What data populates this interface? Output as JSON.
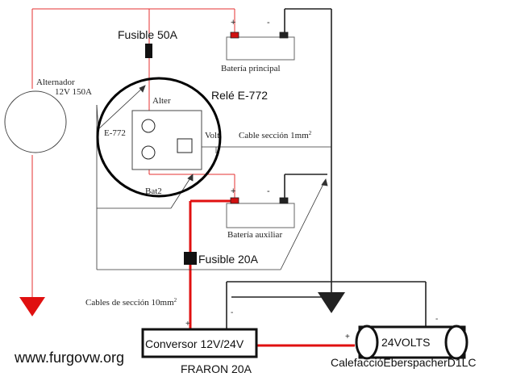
{
  "labels": {
    "fuse_50": "Fusible 50A",
    "alternator": "Alternador",
    "alternator_spec": "12V 150A",
    "main_battery": "Batería principal",
    "relay_title": "Relé E-772",
    "alter": "Alter",
    "relay_model": "E-772",
    "volt": "Volt",
    "bat2": "Bat2",
    "cable_1mm": "Cable sección 1mm",
    "cable_1mm_sup": "2",
    "aux_battery": "Batería auxiliar",
    "fuse_20": "Fusible 20A",
    "cables_10mm": "Cables de sección 10mm",
    "cables_10mm_sup": "2",
    "converter": "Conversor 12V/24V",
    "converter_brand": "FRARON 20A",
    "heater_volts": "24VOLTS",
    "heater_name": "CalefaccióEberspacherD1LC",
    "watermark": "www.furgovw.org",
    "plus": "+",
    "minus": "-"
  },
  "colors": {
    "positive_thin": "#e53030",
    "positive_thick": "#e01010",
    "ground": "#222222",
    "ground_symbol": "#e01010",
    "terminal_pos": "#d01010"
  }
}
